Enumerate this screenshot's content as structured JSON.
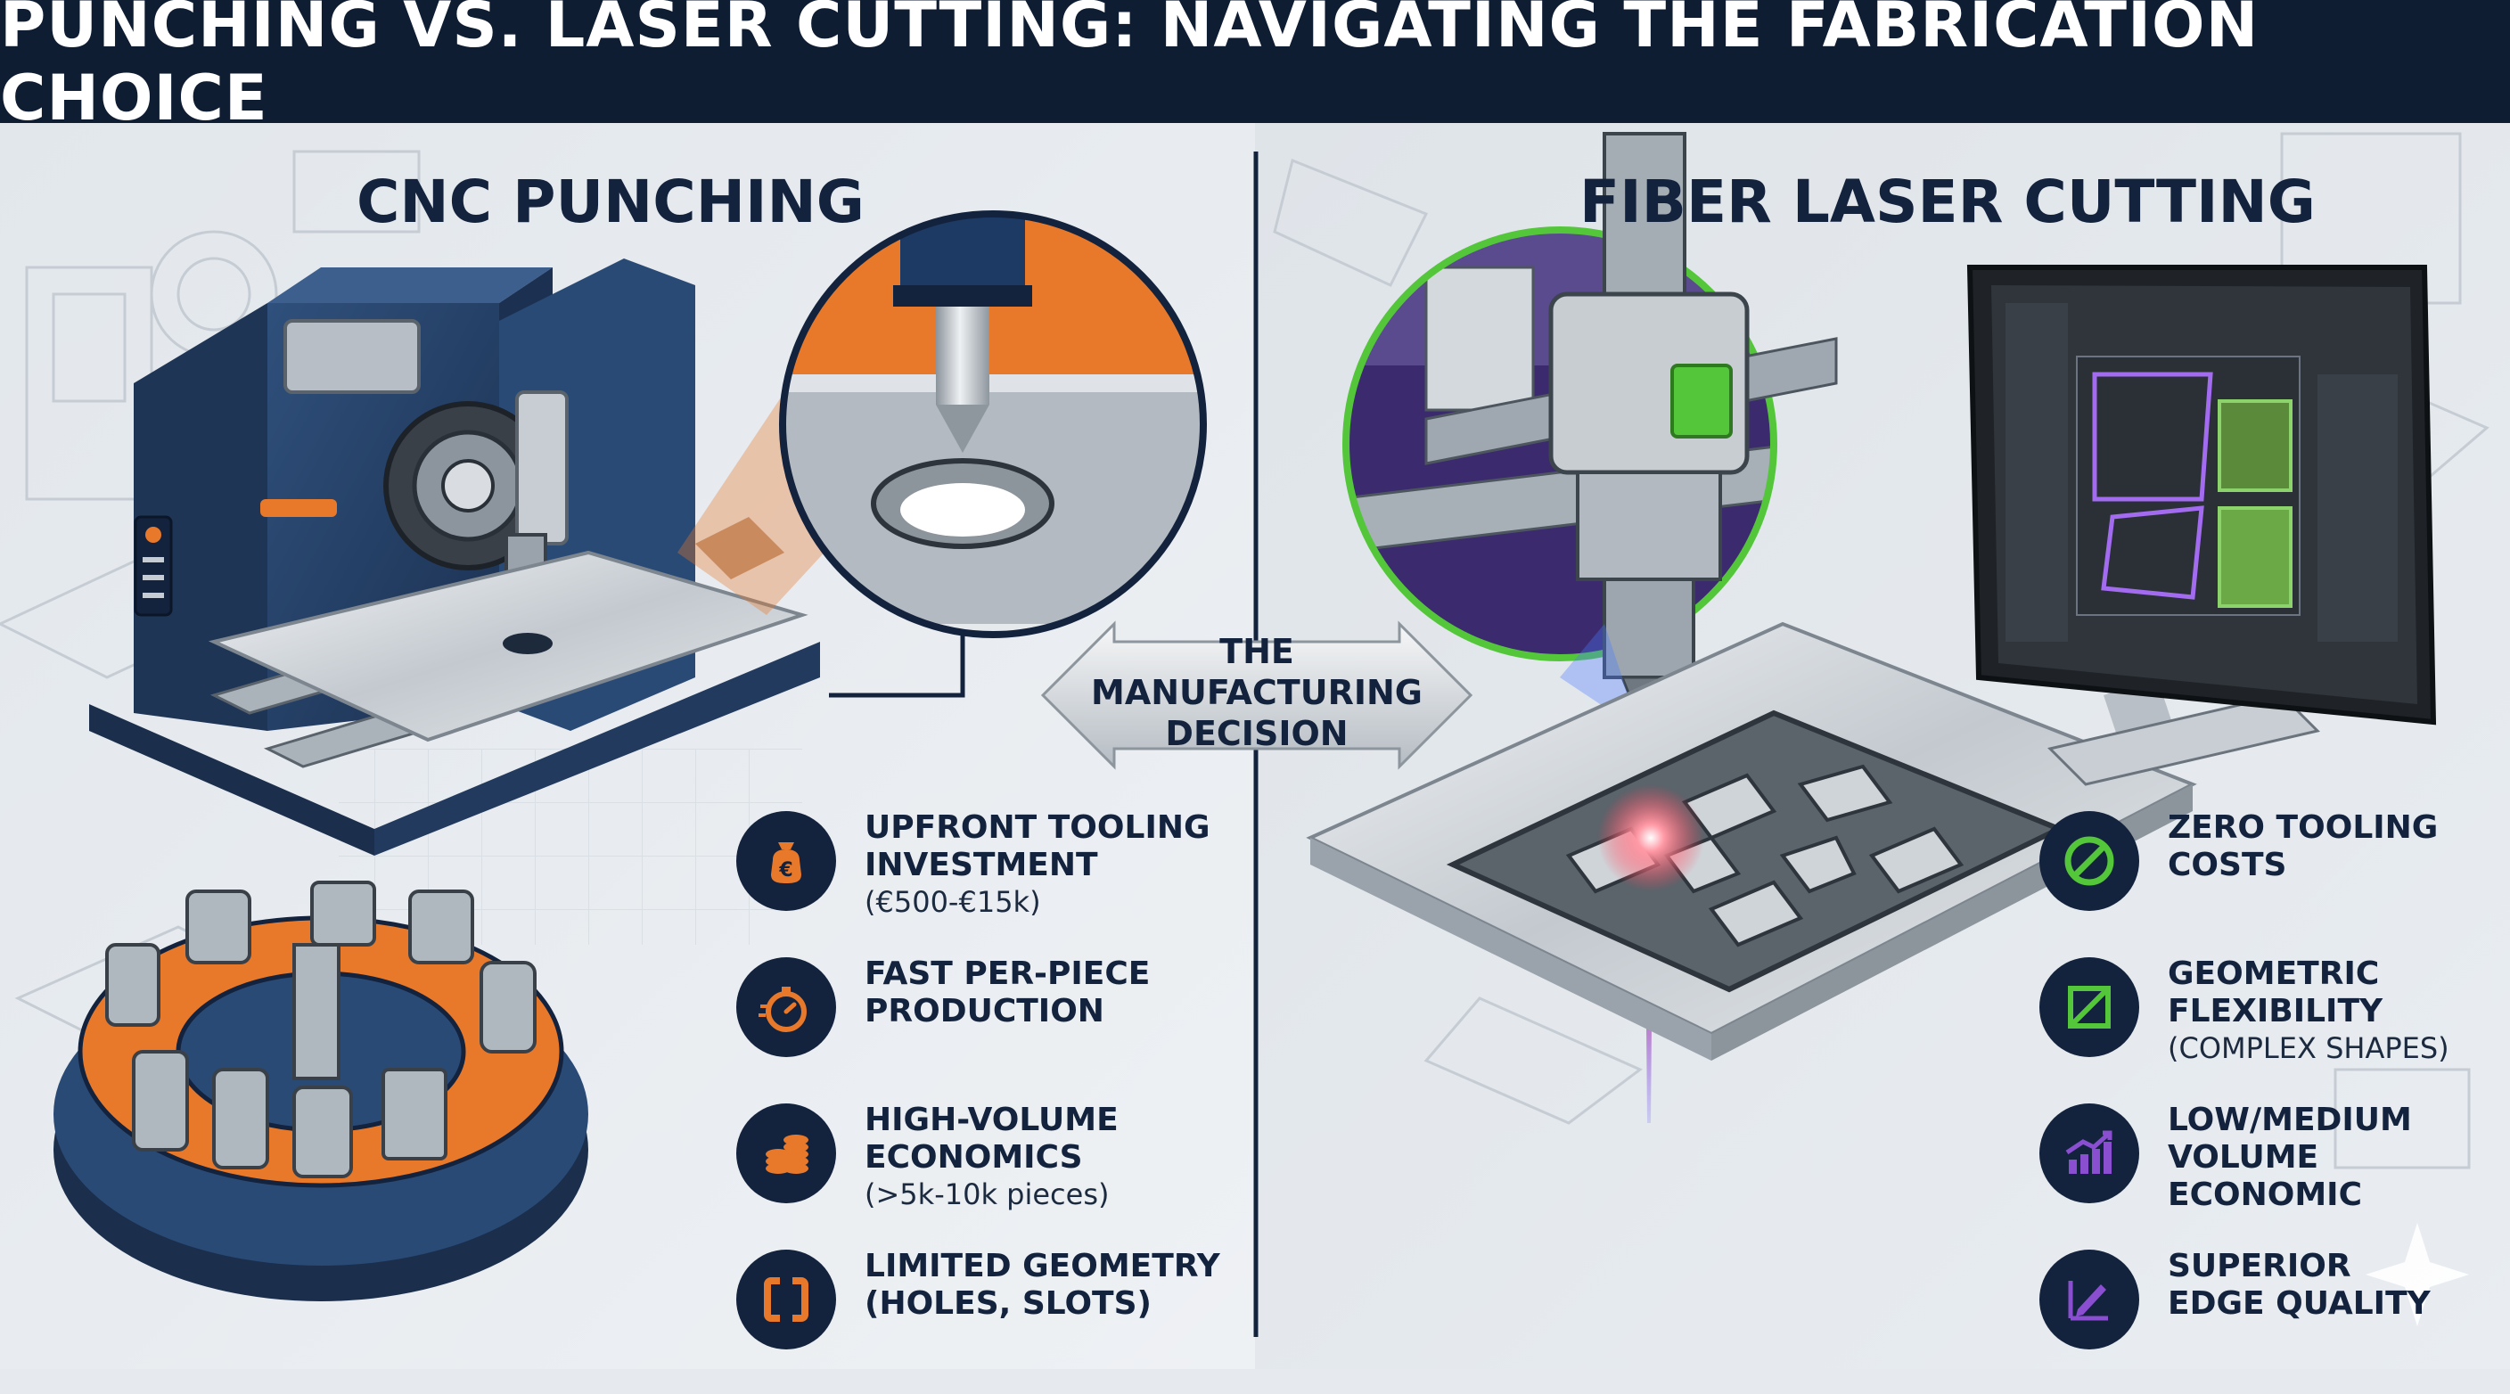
{
  "title": "PUNCHING VS. LASER CUTTING: NAVIGATING THE FABRICATION CHOICE",
  "left_panel": {
    "heading": "CNC PUNCHING",
    "features": [
      {
        "label": "UPFRONT TOOLING\nINVESTMENT",
        "sub": "(€500-€15k)",
        "icon": "money-bag-icon"
      },
      {
        "label": "FAST PER-PIECE\nPRODUCTION",
        "sub": "",
        "icon": "stopwatch-icon"
      },
      {
        "label": "HIGH-VOLUME\nECONOMICS",
        "sub": "(>5k-10k pieces)",
        "icon": "coin-stack-icon"
      },
      {
        "label": "LIMITED GEOMETRY\n(HOLES, SLOTS)",
        "sub": "",
        "icon": "slot-shape-icon"
      }
    ]
  },
  "center": {
    "label": "THE\nMANUFACTURING\nDECISION"
  },
  "right_panel": {
    "heading": "FIBER LASER CUTTING",
    "features": [
      {
        "label": "ZERO TOOLING\nCOSTS",
        "sub": "",
        "icon": "no-symbol-icon"
      },
      {
        "label": "GEOMETRIC\nFLEXIBILITY",
        "sub": "(COMPLEX SHAPES)",
        "icon": "shape-icon"
      },
      {
        "label": "LOW/MEDIUM\nVOLUME ECONOMIC",
        "sub": "",
        "icon": "bar-chart-icon"
      },
      {
        "label": "SUPERIOR\nEDGE QUALITY",
        "sub": "",
        "icon": "pen-edge-icon"
      }
    ]
  },
  "colors": {
    "navy": "#13223d",
    "title_bar": "#0f1d33",
    "punch_accent": "#e8792a",
    "laser_accent": "#54c63a",
    "laser_purple": "#8a4fd0"
  }
}
